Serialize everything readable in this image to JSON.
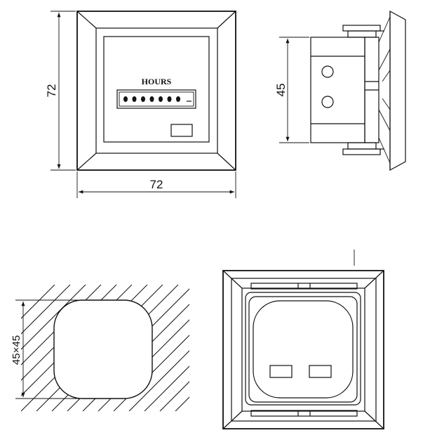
{
  "front_view": {
    "width_label": "72",
    "height_label": "72",
    "counter_label": "HOURS",
    "digit_count": 7
  },
  "side_view": {
    "depth_label": "45"
  },
  "cutout_view": {
    "size_label": "45×45"
  },
  "rear_view": {
    "terminal_count": 2
  }
}
